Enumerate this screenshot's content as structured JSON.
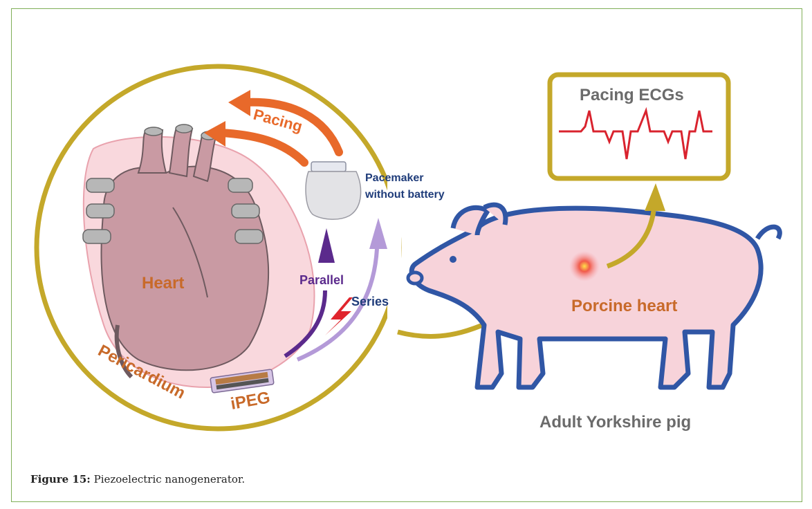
{
  "figure": {
    "caption_label": "Figure 15:",
    "caption_text": " Piezoelectric nanogenerator."
  },
  "diagram": {
    "heart_label": "Heart",
    "pericardium_label": "Pericardium",
    "ipeg_label": "iPEG",
    "pacing_label": "Pacing",
    "pacemaker_line1": "Pacemaker",
    "pacemaker_line2": "without battery",
    "parallel_label": "Parallel",
    "series_label": "Series",
    "ecg_title": "Pacing ECGs",
    "porcine_label": "Porcine heart",
    "pig_label": "Adult Yorkshire pig"
  },
  "colors": {
    "frame_border": "#7fae57",
    "circle_gold": "#c4a82a",
    "pacing_arrow": "#e8692a",
    "parallel_arrow": "#5b2a8c",
    "series_arrow": "#b49ad8",
    "pig_outline": "#3056a5",
    "pig_fill": "#f7d3da",
    "ecg_trace": "#d9232e",
    "label_orange": "#c86a2a",
    "label_navy": "#1f3c7a",
    "label_gray": "#6b6b6b"
  }
}
